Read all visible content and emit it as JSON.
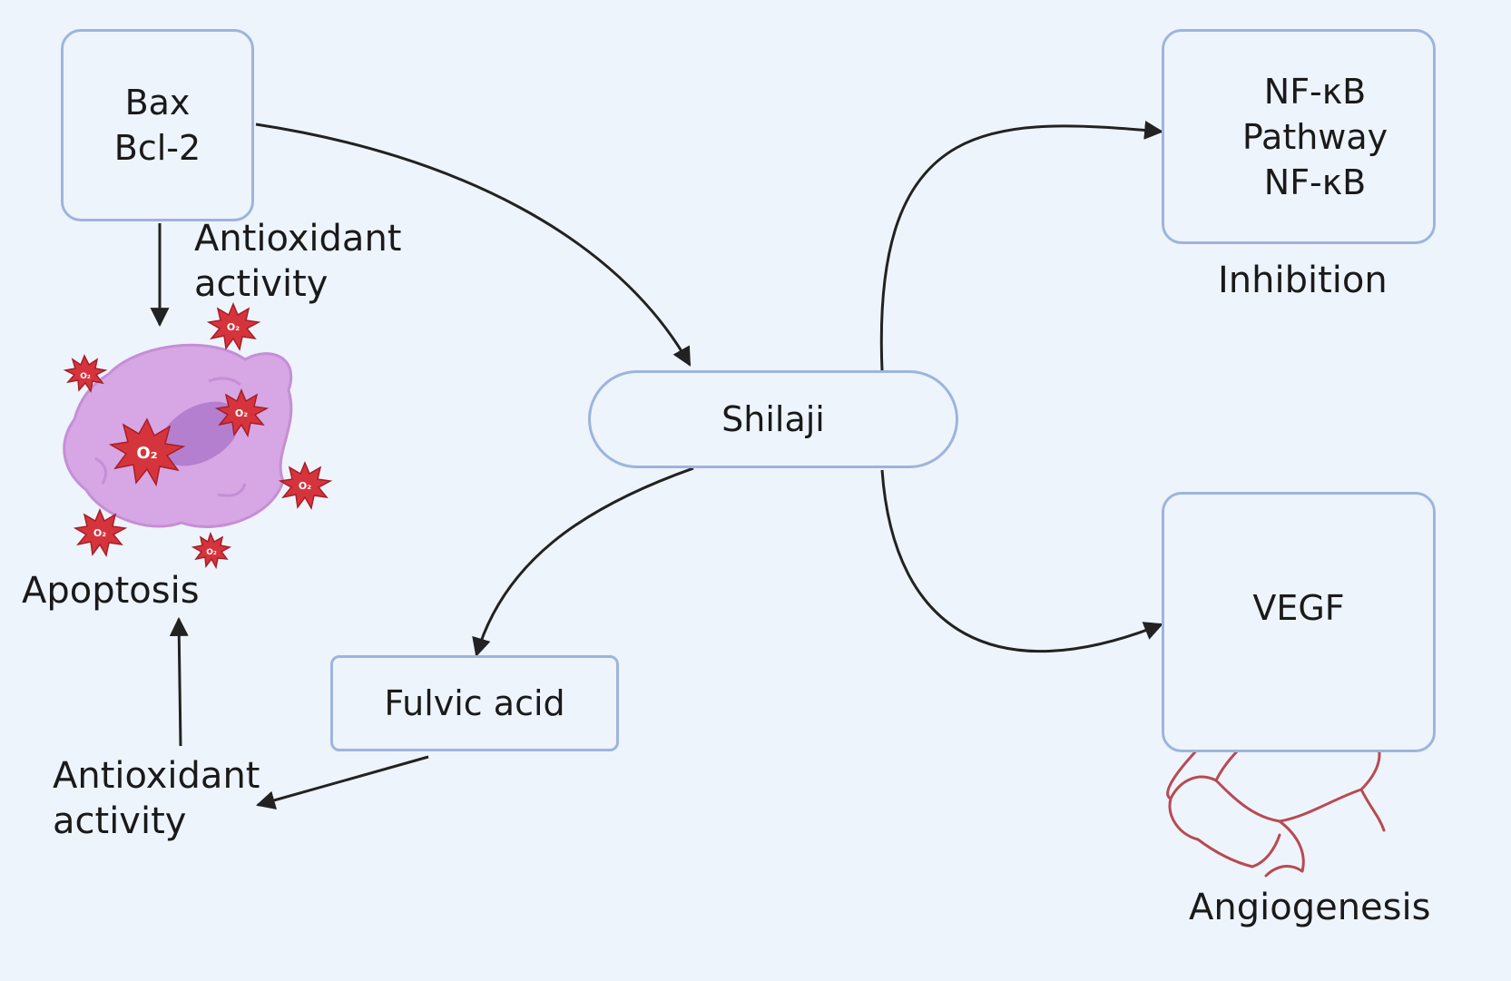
{
  "nodes": {
    "bax_bcl2": {
      "line1": "Bax",
      "line2": "Bcl-2"
    },
    "shilaji": {
      "label": "Shilaji"
    },
    "fulvic_acid": {
      "label": "Fulvic acid"
    },
    "nfkb": {
      "line1": "NF-κB",
      "line2": "Pathway",
      "line3": "NF-κB"
    },
    "vegf": {
      "label": "VEGF"
    }
  },
  "labels": {
    "antioxidant_top": {
      "line1": "Antioxidant",
      "line2": "activity"
    },
    "apoptosis": "Apoptosis",
    "antioxidant_bottom": {
      "line1": "Antioxidant",
      "line2": "activity"
    },
    "inhibition": "Inhibition",
    "angiogenesis": "Angiogenesis"
  },
  "icons": {
    "cell": "apoptotic-cell-with-ros-icon",
    "ros_label": "O₂",
    "vessels": "blood-vessels-icon"
  },
  "colors": {
    "background": "#eef4fc",
    "box_border": "#9db5dc",
    "arrow": "#222222",
    "cell_fill": "#d7a6e4",
    "cell_nucleus": "#b57fcf",
    "ros": "#d6343c",
    "vessel": "#b84a52"
  }
}
